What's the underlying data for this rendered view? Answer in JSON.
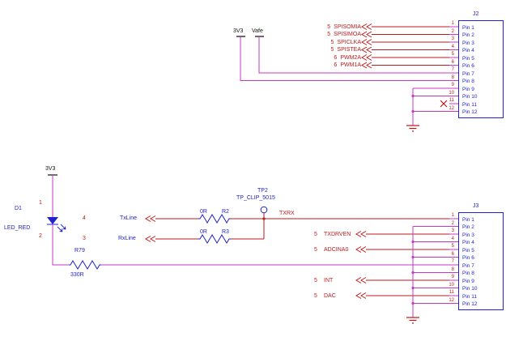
{
  "colors": {
    "wire": "#c837c8",
    "signal": "#bf1a1a",
    "component": "#2222cc",
    "text": "#111111"
  },
  "power": {
    "v33_top": "3V3",
    "vafe": "Vafe",
    "v33_bottom": "3V3"
  },
  "connectors": {
    "j2": {
      "ref": "J2",
      "pins": [
        "Pin 1",
        "Pin 2",
        "Pin 3",
        "Pin 4",
        "Pin 5",
        "Pin 6",
        "Pin 7",
        "Pin 8",
        "Pin 9",
        "Pin 10",
        "Pin 11",
        "Pin 12"
      ],
      "pin_numbers": [
        "1",
        "2",
        "3",
        "4",
        "5",
        "6",
        "7",
        "8",
        "9",
        "10",
        "11",
        "12"
      ]
    },
    "j3": {
      "ref": "J3",
      "pins": [
        "Pin 1",
        "Pin 2",
        "Pin 3",
        "Pin 4",
        "Pin 5",
        "Pin 6",
        "Pin 7",
        "Pin 8",
        "Pin 9",
        "Pin 10",
        "Pin 11",
        "Pin 12"
      ],
      "pin_numbers": [
        "1",
        "2",
        "3",
        "4",
        "5",
        "6",
        "7",
        "8",
        "9",
        "10",
        "11",
        "12"
      ]
    }
  },
  "top_ports": [
    {
      "page": "5",
      "name": "SPISOMIA"
    },
    {
      "page": "5",
      "name": "SPISIMOA"
    },
    {
      "page": "5",
      "name": "SPICLKA"
    },
    {
      "page": "5",
      "name": "SPISTEA"
    },
    {
      "page": "6",
      "name": "PWM2A"
    },
    {
      "page": "6",
      "name": "PWM1A"
    }
  ],
  "bottom": {
    "led": {
      "ref": "D1",
      "value": "LED_RED",
      "pin_top": "1",
      "pin_bottom": "2"
    },
    "r79": {
      "ref": "R79",
      "value": "330R"
    },
    "tx_port": {
      "page": "4",
      "name": "TxLine"
    },
    "rx_port": {
      "page": "3",
      "name": "RxLine"
    },
    "r2": {
      "ref": "R2",
      "value": "0R"
    },
    "r3": {
      "ref": "R3",
      "value": "0R"
    },
    "tp2": {
      "ref": "TP2",
      "value": "TP_CLIP_5015"
    },
    "net_txrx": "TXRX",
    "right_ports": [
      {
        "page": "5",
        "name": "TXDRVEN"
      },
      {
        "page": "5",
        "name": "ADCINA0"
      },
      {
        "page": "5",
        "name": "INT"
      },
      {
        "page": "5",
        "name": "DAC"
      }
    ]
  }
}
